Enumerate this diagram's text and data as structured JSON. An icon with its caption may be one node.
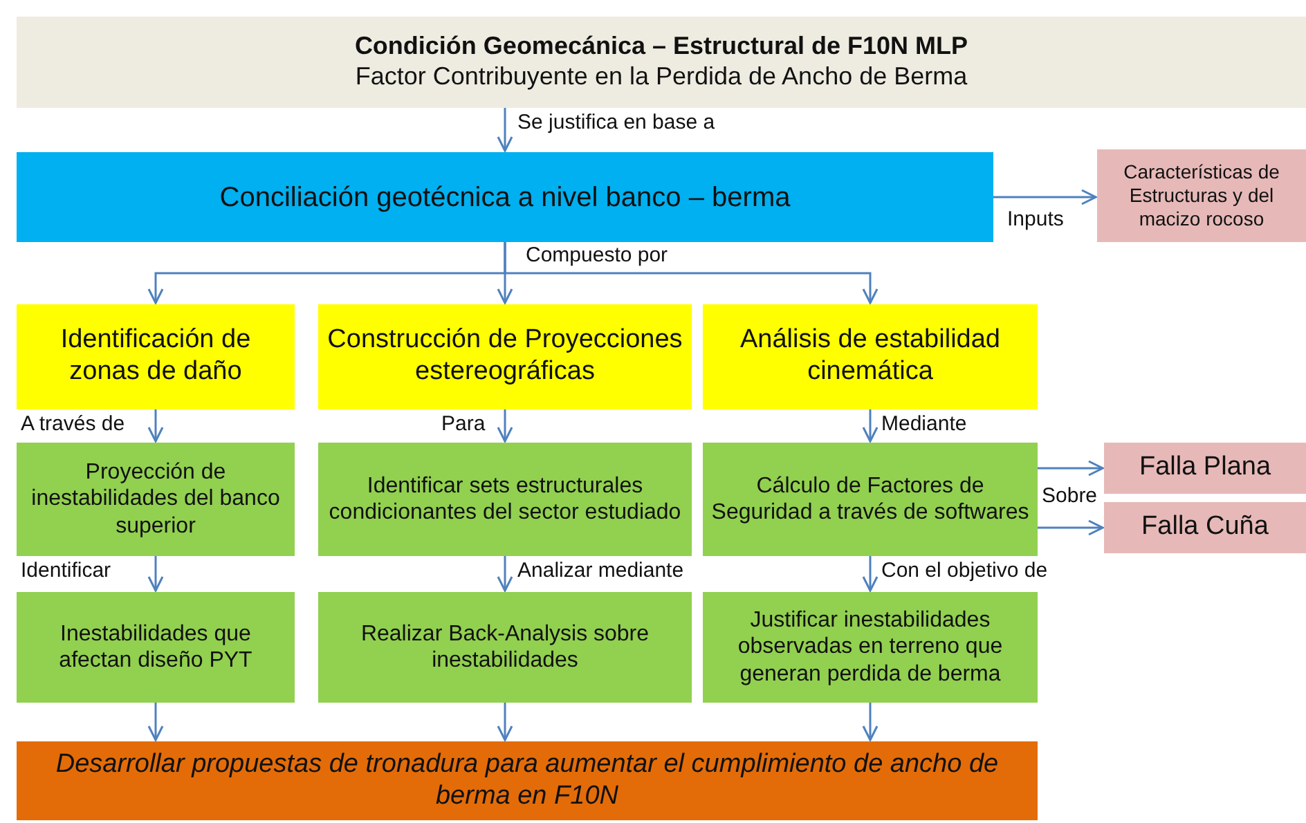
{
  "diagram": {
    "nodes": [
      {
        "text": [
          "Condición Geomecánica – Estructural de F10N MLP",
          "Factor Contribuyente en la Perdida de Ancho de Berma"
        ]
      },
      {
        "text": [
          "Conciliación geotécnica a nivel banco – berma"
        ]
      },
      {
        "text": [
          "Características de Estructuras y del macizo rocoso"
        ]
      },
      {
        "text": [
          "Identificación de zonas de daño"
        ]
      },
      {
        "text": [
          "Construcción de Proyecciones estereográficas"
        ]
      },
      {
        "text": [
          "Análisis de estabilidad cinemática"
        ]
      },
      {
        "text": [
          "Proyección de inestabilidades del banco superior"
        ]
      },
      {
        "text": [
          "Identificar sets estructurales condicionantes del sector estudiado"
        ]
      },
      {
        "text": [
          "Cálculo de Factores de Seguridad a través de softwares"
        ]
      },
      {
        "text": [
          "Falla Plana"
        ]
      },
      {
        "text": [
          "Falla Cuña"
        ]
      },
      {
        "text": [
          "Inestabilidades que afectan diseño PYT"
        ]
      },
      {
        "text": [
          "Realizar Back-Analysis sobre inestabilidades"
        ]
      },
      {
        "text": [
          "Justificar inestabilidades observadas en terreno que generan perdida de berma"
        ]
      },
      {
        "text": [
          "Desarrollar propuestas de tronadura para aumentar el cumplimiento de ancho de berma en F10N"
        ]
      }
    ],
    "edges": [
      {
        "from": 0,
        "to": 1,
        "arrow": "to",
        "label": "Se justifica en base a"
      },
      {
        "from": 1,
        "to": 2,
        "arrow": "to",
        "label": "Inputs"
      },
      {
        "from": 1,
        "to": 3,
        "arrow": "to"
      },
      {
        "from": 1,
        "to": 4,
        "arrow": "to",
        "label": "Compuesto por"
      },
      {
        "from": 1,
        "to": 5,
        "arrow": "to"
      },
      {
        "from": 3,
        "to": 6,
        "arrow": "to",
        "label": "A través de"
      },
      {
        "from": 4,
        "to": 7,
        "arrow": "to",
        "label": "Para"
      },
      {
        "from": 5,
        "to": 8,
        "arrow": "to",
        "label": "Mediante"
      },
      {
        "from": 8,
        "to": 9,
        "arrow": "to",
        "label": "Sobre"
      },
      {
        "from": 8,
        "to": 10,
        "arrow": "to"
      },
      {
        "from": 6,
        "to": 11,
        "arrow": "to",
        "label": "Identificar"
      },
      {
        "from": 7,
        "to": 12,
        "arrow": "to",
        "label": "Analizar mediante"
      },
      {
        "from": 8,
        "to": 13,
        "arrow": "to",
        "label": "Con el objetivo de"
      },
      {
        "from": 11,
        "to": 14,
        "arrow": "to"
      },
      {
        "from": 12,
        "to": 14,
        "arrow": "to"
      },
      {
        "from": 13,
        "to": 14,
        "arrow": "to"
      }
    ]
  }
}
